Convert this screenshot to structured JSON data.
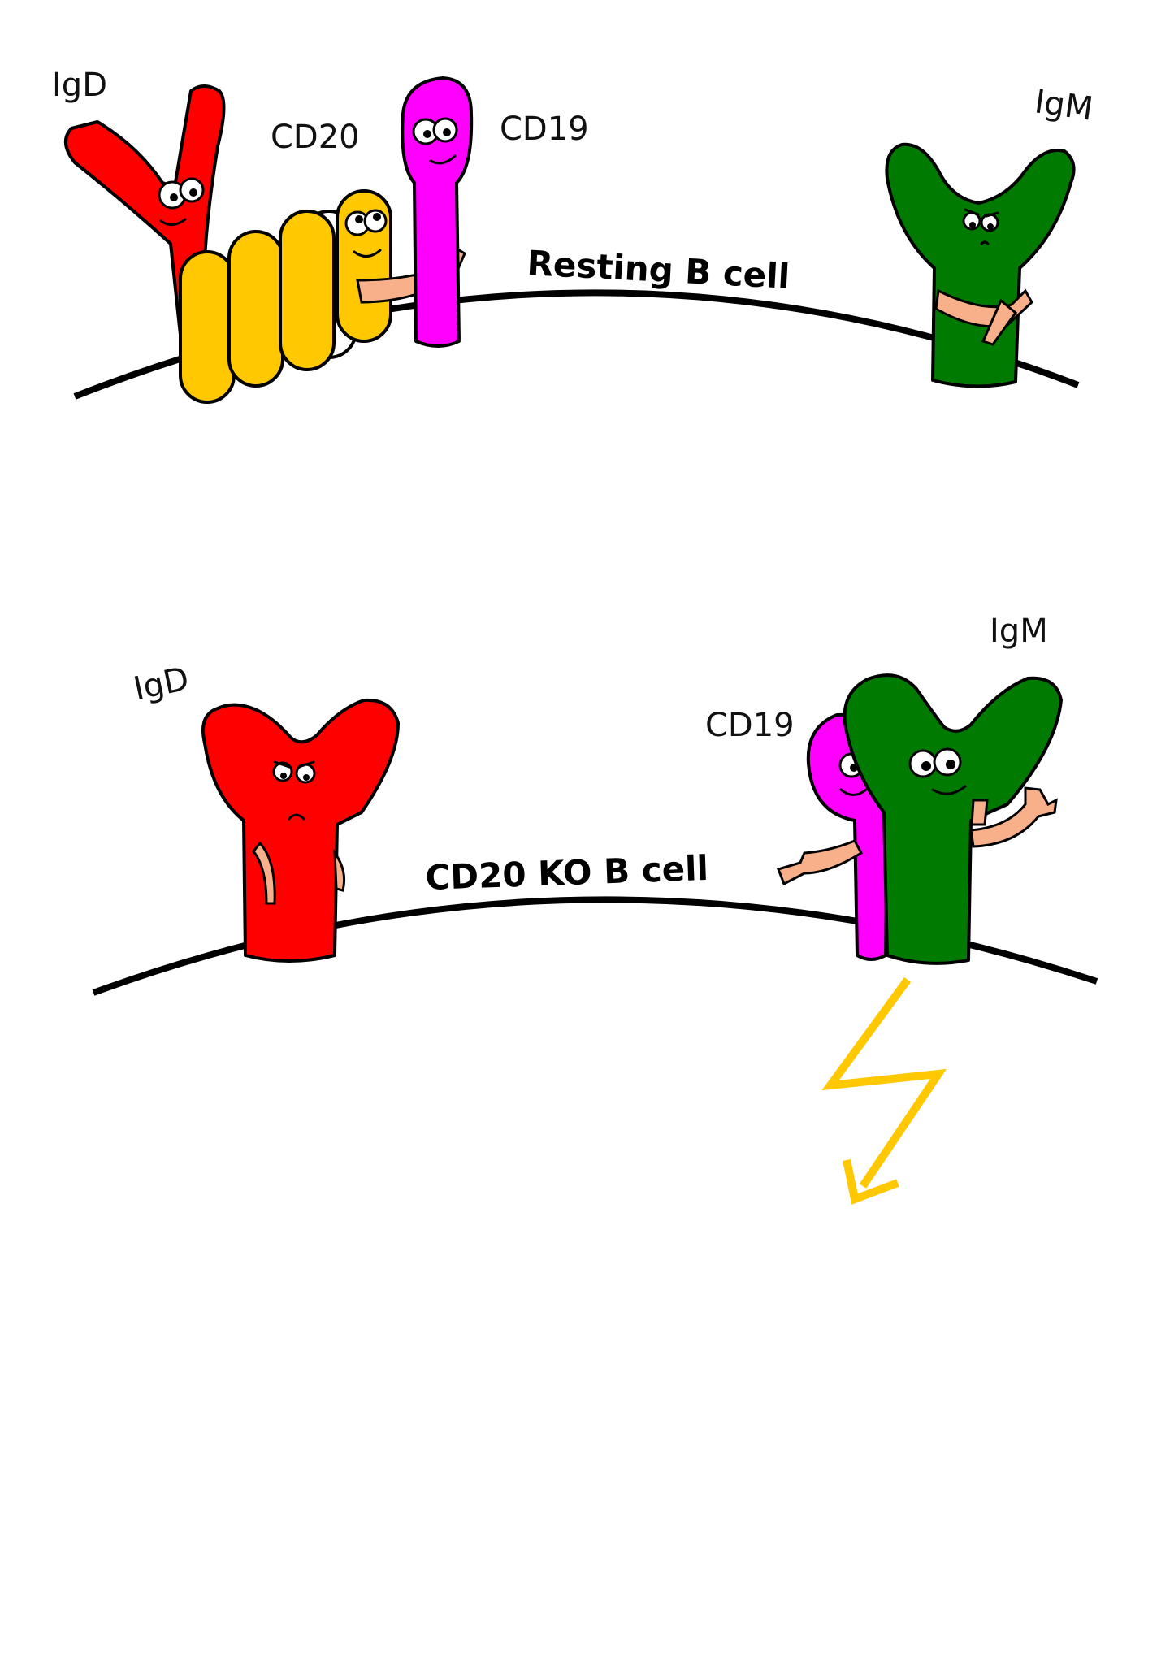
{
  "panels": [
    {
      "title": "Resting B cell",
      "labels": {
        "igd": "IgD",
        "cd20": "CD20",
        "cd19": "CD19",
        "igm": "IgM"
      }
    },
    {
      "title": "CD20 KO B cell",
      "labels": {
        "igd": "IgD",
        "cd19": "CD19",
        "igm": "IgM"
      }
    }
  ],
  "colors": {
    "igd": "#ff0000",
    "igm": "#007a00",
    "cd19": "#ff00ff",
    "cd20": "#ffc800",
    "arm": "#f7b08a",
    "lightning": "#ffc800",
    "membrane": "#000000"
  }
}
